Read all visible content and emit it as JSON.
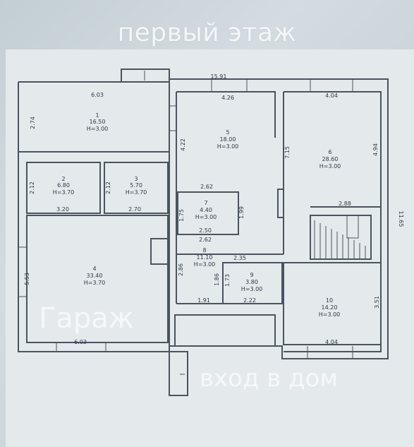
{
  "title": "первый этаж",
  "labels": {
    "garage": "Гараж",
    "entrance": "вход в дом"
  },
  "rooms": [
    {
      "num": "1",
      "area": "16.50",
      "height": "H=3.00"
    },
    {
      "num": "2",
      "area": "6.80",
      "height": "H=3.70"
    },
    {
      "num": "3",
      "area": "5.70",
      "height": "H=3.70"
    },
    {
      "num": "4",
      "area": "33.40",
      "height": "H=3.70"
    },
    {
      "num": "5",
      "area": "18.00",
      "height": "H=3.00"
    },
    {
      "num": "6",
      "area": "28.60",
      "height": "H=3.00"
    },
    {
      "num": "7",
      "area": "4.40",
      "height": "H=3.00"
    },
    {
      "num": "8",
      "area": "11.10",
      "height": "H=3.00"
    },
    {
      "num": "9",
      "area": "3.80",
      "height": "H=3.00"
    },
    {
      "num": "10",
      "area": "14.20",
      "height": "H=3.00"
    }
  ],
  "dimensions": {
    "total_width": "15.91",
    "total_depth": "11.65",
    "r1_width": "6.03",
    "r1_depth": "2.74",
    "r5_width": "4.26",
    "r5_depth": "4.22",
    "r6_width": "4.04",
    "r6_depth": "4.94",
    "partition": "7.15",
    "r2_depth": "2.12",
    "r2_width": "3.20",
    "r3_depth": "2.12",
    "r3_width": "2.70",
    "corridor_a": "2.62",
    "r7_depth_a": "1.75",
    "r7_depth_b": "1.99",
    "r7_width": "2.50",
    "corridor_b": "2.62",
    "stair": "2.88",
    "r8_depth": "2.86",
    "r9_width_top": "2.35",
    "r9_depth_a": "1.86",
    "r9_depth_b": "1.73",
    "r9_width": "2.22",
    "r10_depth": "3.51",
    "r10_width": "4.04",
    "r4_depth": "5.53",
    "r4_width": "6.03",
    "hall_width": "1.91"
  }
}
